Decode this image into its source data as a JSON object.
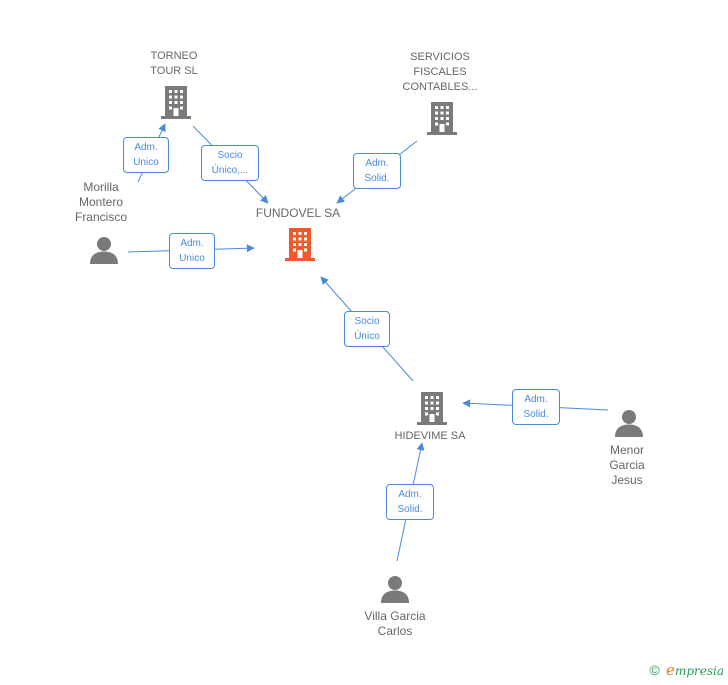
{
  "colors": {
    "edge": "#4a89dc",
    "company": "#7a7a7a",
    "focus_company": "#f05a28",
    "person": "#7a7a7a",
    "label_text": "#666666",
    "brand_green": "#2a9d58",
    "brand_orange": "#e07b1a"
  },
  "nodes": {
    "fundovel": {
      "label": [
        "FUNDOVEL SA"
      ],
      "icon": "building-icon"
    },
    "torneo": {
      "label": [
        "TORNEO",
        "TOUR SL"
      ],
      "icon": "building-icon"
    },
    "servicios": {
      "label": [
        "SERVICIOS",
        "FISCALES",
        "CONTABLES..."
      ],
      "icon": "building-icon"
    },
    "hidevime": {
      "label": [
        "HIDEVIME SA"
      ],
      "icon": "building-icon"
    },
    "morilla": {
      "label": [
        "Morilla",
        "Montero",
        "Francisco"
      ],
      "icon": "person-icon"
    },
    "menor": {
      "label": [
        "Menor",
        "Garcia",
        "Jesus"
      ],
      "icon": "person-icon"
    },
    "villa": {
      "label": [
        "Villa Garcia",
        "Carlos"
      ],
      "icon": "person-icon"
    }
  },
  "edges": {
    "morilla_torneo": [
      "Adm.",
      "Unico"
    ],
    "torneo_fundovel": [
      "Socio",
      "Único,..."
    ],
    "servicios_fundovel": [
      "Adm.",
      "Solid."
    ],
    "morilla_fundovel": [
      "Adm.",
      "Unico"
    ],
    "hidevime_fundovel": [
      "Socio",
      "Único"
    ],
    "menor_hidevime": [
      "Adm.",
      "Solid."
    ],
    "villa_hidevime": [
      "Adm.",
      "Solid."
    ]
  },
  "brand": {
    "copyright": "©",
    "name_initial": "e",
    "name_rest": "mpresia"
  }
}
